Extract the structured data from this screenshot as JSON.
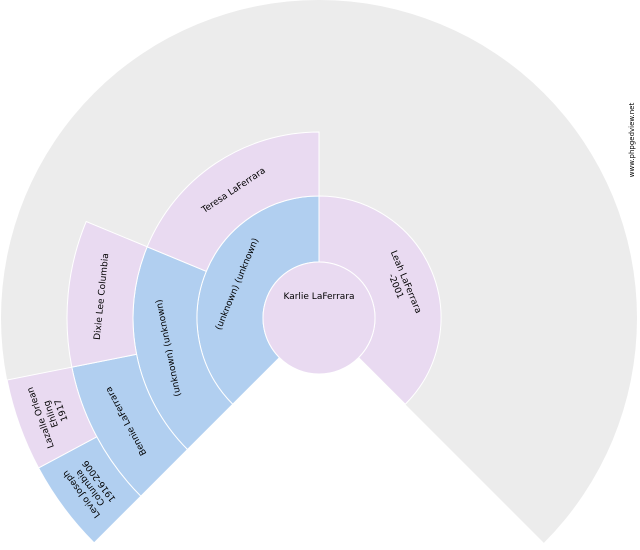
{
  "watermark": "www.phpgedview.net",
  "colors": {
    "background_disc": "#ececec",
    "male": "#b1cff0",
    "female": "#e9daf1",
    "separator": "#ffffff"
  },
  "root": {
    "name": "Karlie LaFerrara"
  },
  "ancestors": [
    {
      "gen": 1,
      "slot": 0,
      "sex": "male",
      "lines": [
        "(unknown)  (unknown)"
      ]
    },
    {
      "gen": 1,
      "slot": 1,
      "sex": "female",
      "lines": [
        "Leah LaFerrara",
        "-2001"
      ]
    },
    {
      "gen": 2,
      "slot": 2,
      "sex": "male",
      "lines": [
        "(unknown)  (unknown)"
      ]
    },
    {
      "gen": 2,
      "slot": 3,
      "sex": "female",
      "lines": [
        "Teresa LaFerrara"
      ]
    },
    {
      "gen": 3,
      "slot": 6,
      "sex": "male",
      "lines": [
        "Bennie LaFerrara"
      ]
    },
    {
      "gen": 3,
      "slot": 7,
      "sex": "female",
      "lines": [
        "Dixie Lee Columbia"
      ]
    },
    {
      "gen": 4,
      "slot": 14,
      "sex": "male",
      "lines": [
        "Levio Joseph",
        "Columbia",
        "1916-2006"
      ]
    },
    {
      "gen": 4,
      "slot": 15,
      "sex": "female",
      "lines": [
        "Lazalle Orlean",
        "Ehling",
        "1917"
      ]
    }
  ]
}
